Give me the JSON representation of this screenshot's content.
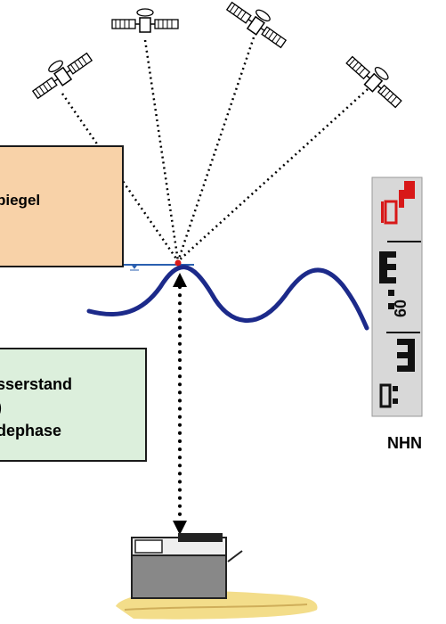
{
  "box_top": {
    "text": "piegel"
  },
  "box_bottom": {
    "lines": [
      "sserstand",
      ")",
      "dephase"
    ]
  },
  "staff": {
    "label": "NHN",
    "readings": [
      "10",
      "09",
      "08"
    ]
  },
  "colors": {
    "box_top_fill": "#f8d2a8",
    "box_bottom_fill": "#dcefdc",
    "wave": "#1c2a8a",
    "staff_marks": "#111111",
    "staff_accent": "#d81818"
  }
}
